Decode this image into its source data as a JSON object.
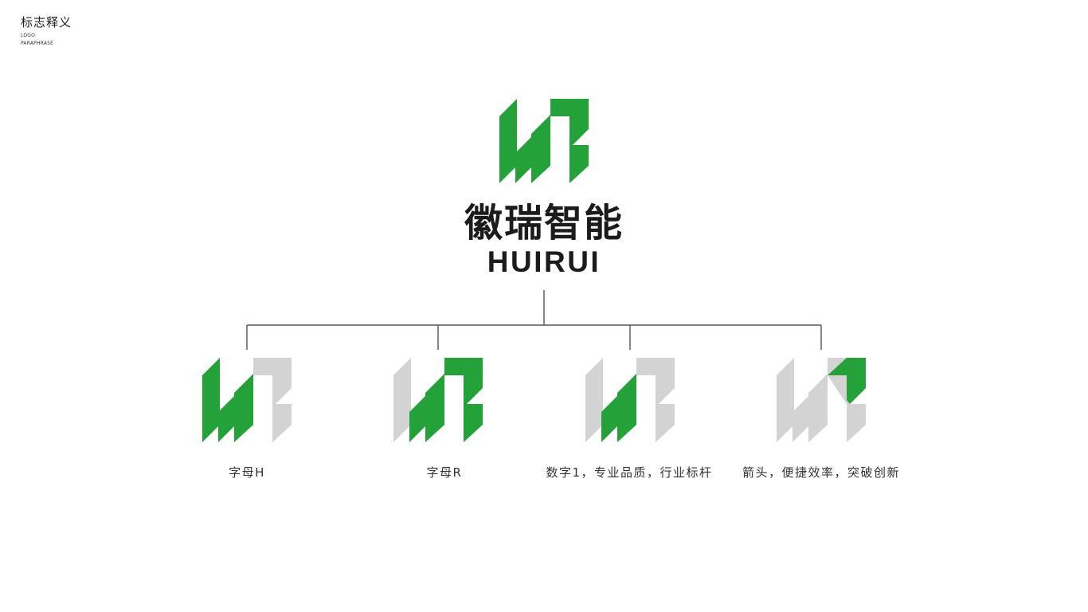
{
  "header": {
    "title": "标志释义",
    "subtitle_line1": "LOGO",
    "subtitle_line2": "PARAPHRASE"
  },
  "brand": {
    "name_cn": "徽瑞智能",
    "name_en": "HUIRUI"
  },
  "colors": {
    "accent": "#24a138",
    "muted": "#d3d3d3",
    "text": "#222222",
    "line": "#555555"
  },
  "variants": [
    {
      "caption": "字母H",
      "highlight": "H"
    },
    {
      "caption": "字母R",
      "highlight": "R"
    },
    {
      "caption": "数字1，专业品质，行业标杆",
      "highlight": "1"
    },
    {
      "caption": "箭头，便捷效率，突破创新",
      "highlight": "arrow"
    }
  ]
}
